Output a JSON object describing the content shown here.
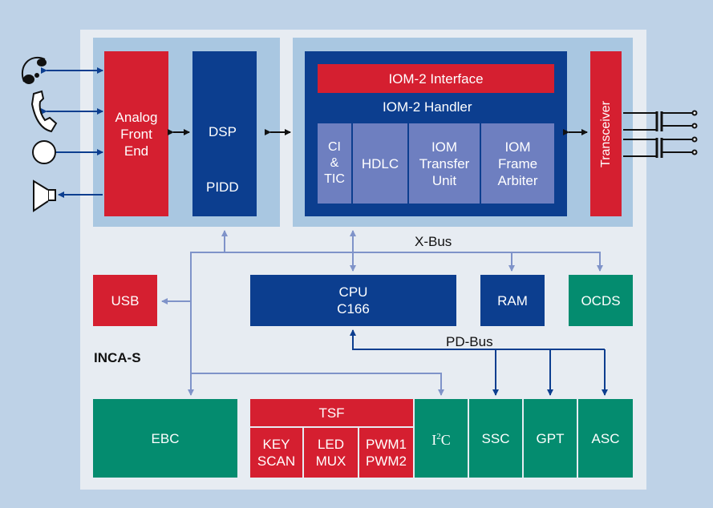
{
  "chip_label": "INCA-S",
  "afe": {
    "line1": "Analog",
    "line2": "Front",
    "line3": "End"
  },
  "dsp": {
    "top": "DSP",
    "bottom": "PIDD"
  },
  "iom_interface": "IOM-2 Interface",
  "iom_handler": "IOM-2 Handler",
  "cells": {
    "ci": {
      "l1": "CI",
      "l2": "&",
      "l3": "TIC"
    },
    "hdlc": "HDLC",
    "transfer": {
      "l1": "IOM",
      "l2": "Transfer",
      "l3": "Unit"
    },
    "arbiter": {
      "l1": "IOM",
      "l2": "Frame",
      "l3": "Arbiter"
    }
  },
  "transceiver": "Transceiver",
  "xbus": "X-Bus",
  "pdbus": "PD-Bus",
  "usb": "USB",
  "cpu": {
    "l1": "CPU",
    "l2": "C166"
  },
  "ram": "RAM",
  "ocds": "OCDS",
  "ebc": "EBC",
  "tsf": {
    "title": "TSF",
    "key": {
      "l1": "KEY",
      "l2": "SCAN"
    },
    "led": {
      "l1": "LED",
      "l2": "MUX"
    },
    "pwm": {
      "l1": "PWM1",
      "l2": "PWM2"
    }
  },
  "i2c": {
    "base": "I",
    "sup": "2",
    "rest": "C"
  },
  "ssc": "SSC",
  "gpt": "GPT",
  "asc": "ASC",
  "peripherals": [
    "headset-icon",
    "handset-icon",
    "microphone-icon",
    "speaker-icon"
  ],
  "colors": {
    "red": "#d51f30",
    "blue": "#0c3e8f",
    "green": "#048c6f",
    "lavender": "#6e7fc0",
    "background": "#bed2e7"
  }
}
